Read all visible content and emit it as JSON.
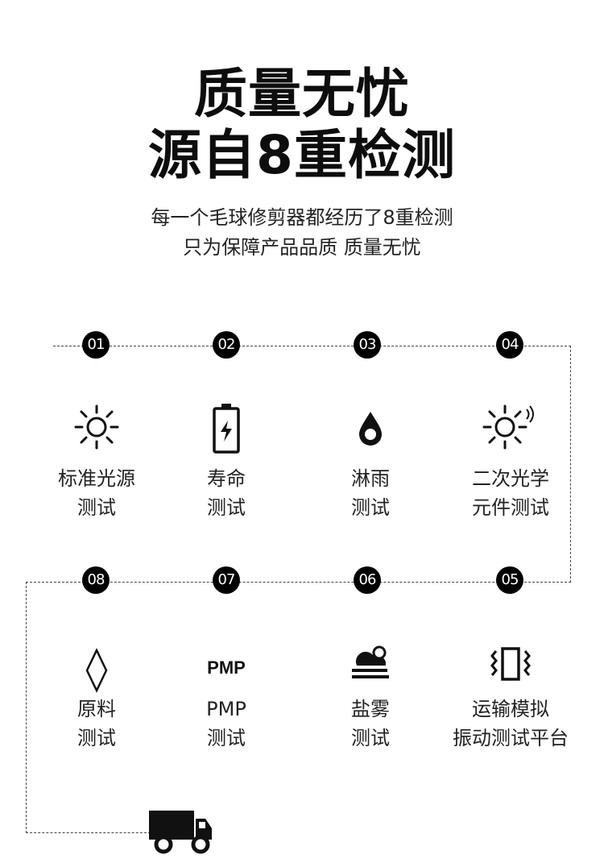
{
  "header": {
    "title_line1": "质量无忧",
    "title_line2": "源自8重检测",
    "subtitle_line1": "每一个毛球修剪器都经历了8重检测",
    "subtitle_line2": "只为保障产品品质  质量无忧"
  },
  "tests": [
    {
      "num": "01",
      "icon": "sun-icon",
      "line1": "标准光源",
      "line2": "测试"
    },
    {
      "num": "02",
      "icon": "battery-icon",
      "line1": "寿命",
      "line2": "测试"
    },
    {
      "num": "03",
      "icon": "water-drop-icon",
      "line1": "淋雨",
      "line2": "测试"
    },
    {
      "num": "04",
      "icon": "sun-signal-icon",
      "line1": "二次光学",
      "line2": "元件测试"
    },
    {
      "num": "05",
      "icon": "vibration-icon",
      "line1": "运输模拟",
      "line2": "振动测试平台"
    },
    {
      "num": "06",
      "icon": "salt-fog-icon",
      "line1": "盐雾",
      "line2": "测试"
    },
    {
      "num": "07",
      "icon": "pmp-icon",
      "icon_text": "PMP",
      "line1": "PMP",
      "line2": "测试"
    },
    {
      "num": "08",
      "icon": "diamond-icon",
      "line1": "原料",
      "line2": "测试"
    }
  ],
  "footer": {
    "icon": "truck-icon"
  },
  "colors": {
    "background": "#ffffff",
    "badge": "#000000",
    "text": "#222222"
  }
}
